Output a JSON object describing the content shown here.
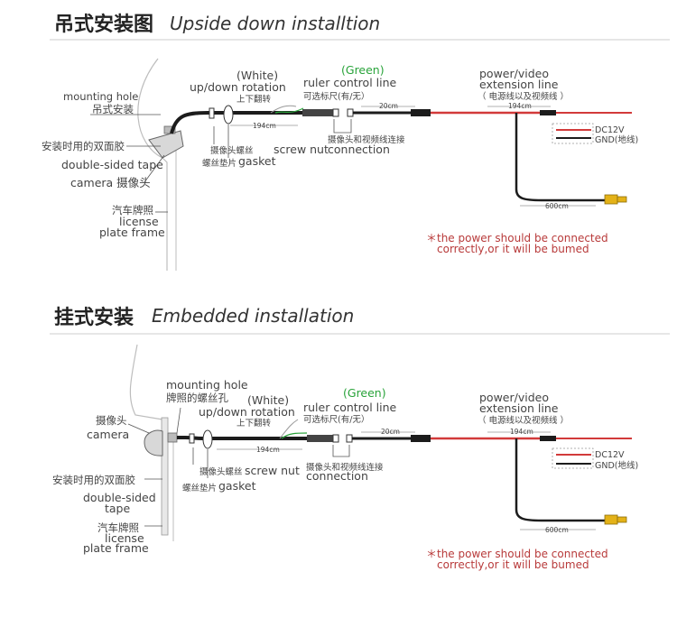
{
  "colors": {
    "accent_green": "#29a33a",
    "warning_red": "#b83a3a",
    "cable_black": "#1c1c1c",
    "power_red": "#d23a3a",
    "connector_yellow": "#e4b218",
    "separator": "#cccccc"
  },
  "sections": [
    {
      "title_zh": "吊式安装图",
      "title_en": "Upside down installtion",
      "labels": {
        "mounting_hole_en": "mounting hole",
        "mounting_hole_zh": "吊式安装",
        "tape_zh": "安装时用的双面胶",
        "tape_en": "double-sided tape",
        "camera": "camera 摄像头",
        "plate_zh": "汽车牌照",
        "plate_en_1": "license",
        "plate_en_2": "plate frame",
        "white": "(White)",
        "rotation_en": "up/down rotation",
        "rotation_zh": "上下翻转",
        "green": "(Green)",
        "ruler_en": "ruler control line",
        "ruler_zh": "可选标尺(有/无）",
        "power_en_1": "power/video",
        "power_en_2": "extension line",
        "power_zh": "（ 电源线以及视频线 ）",
        "dim_194_a": "194cm",
        "dim_20": "20cm",
        "dim_194_b": "194cm",
        "dim_600": "600cm",
        "dc12v": "DC12V",
        "gnd": "GND(地线)",
        "screw_nut_zh": "摄像头螺丝",
        "screw_nut_en": "screw nut",
        "gasket_zh": "螺丝垫片",
        "gasket_en": "gasket",
        "connection_zh": "摄像头和视频线连接",
        "connection_en": "connection",
        "warning_1": "＊the power should be connected",
        "warning_2": "correctly,or it will be bumed"
      }
    },
    {
      "title_zh": "挂式安装",
      "title_en": "Embedded installation",
      "labels": {
        "mounting_hole_en": "mounting hole",
        "mounting_hole_zh": "牌照的螺丝孔",
        "camera_zh": "摄像头",
        "camera_en": "camera",
        "tape_zh": "安装时用的双面胶",
        "tape_en_1": "double-sided",
        "tape_en_2": "tape",
        "plate_zh": "汽车牌照",
        "plate_en_1": "license",
        "plate_en_2": "plate frame",
        "white": "(White)",
        "rotation_en": "up/down rotation",
        "rotation_zh": "上下翻转",
        "green": "(Green)",
        "ruler_en": "ruler control line",
        "ruler_zh": "可选标尺(有/无）",
        "power_en_1": "power/video",
        "power_en_2": "extension line",
        "power_zh": "（ 电源线以及视频线 ）",
        "dim_194_a": "194cm",
        "dim_20": "20cm",
        "dim_194_b": "194cm",
        "dim_600": "600cm",
        "dc12v": "DC12V",
        "gnd": "GND(地线)",
        "screw_nut_zh": "摄像头螺丝",
        "screw_nut_en": "screw nut",
        "gasket_zh": "螺丝垫片",
        "gasket_en": "gasket",
        "connection_zh": "摄像头和视频线连接",
        "connection_en": "connection",
        "warning_1": "＊the power should be connected",
        "warning_2": "correctly,or it will be bumed"
      }
    }
  ]
}
